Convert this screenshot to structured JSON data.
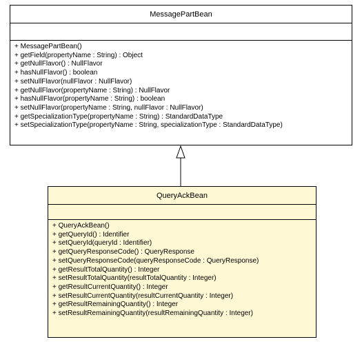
{
  "diagram": {
    "parent": {
      "name": "MessagePartBean",
      "attributes": [],
      "operations": [
        "+ MessagePartBean()",
        "+ getField(propertyName : String) : Object",
        "+ getNullFlavor() : NullFlavor",
        "+ hasNullFlavor() : boolean",
        "+ setNullFlavor(nullFlavor : NullFlavor)",
        "+ getNullFlavor(propertyName : String) : NullFlavor",
        "+ hasNullFlavor(propertyName : String) : boolean",
        "+ setNullFlavor(propertyName : String, nullFlavor : NullFlavor)",
        "+ getSpecializationType(propertyName : String) : StandardDataType",
        "+ setSpecializationType(propertyName : String, specializationType : StandardDataType)"
      ]
    },
    "child": {
      "name": "QueryAckBean",
      "attributes": [],
      "operations": [
        "+ QueryAckBean()",
        "+ getQueryId() : Identifier",
        "+ setQueryId(queryId : Identifier)",
        "+ getQueryResponseCode() : QueryResponse",
        "+ setQueryResponseCode(queryResponseCode : QueryResponse)",
        "+ getResultTotalQuantity() : Integer",
        "+ setResultTotalQuantity(resultTotalQuantity : Integer)",
        "+ getResultCurrentQuantity() : Integer",
        "+ setResultCurrentQuantity(resultCurrentQuantity : Integer)",
        "+ getResultRemainingQuantity() : Integer",
        "+ setResultRemainingQuantity(resultRemainingQuantity : Integer)"
      ]
    },
    "relationship": "generalization",
    "colors": {
      "parent_fill": "#ffffff",
      "child_fill": "#fff8d5",
      "border": "#000000"
    }
  }
}
